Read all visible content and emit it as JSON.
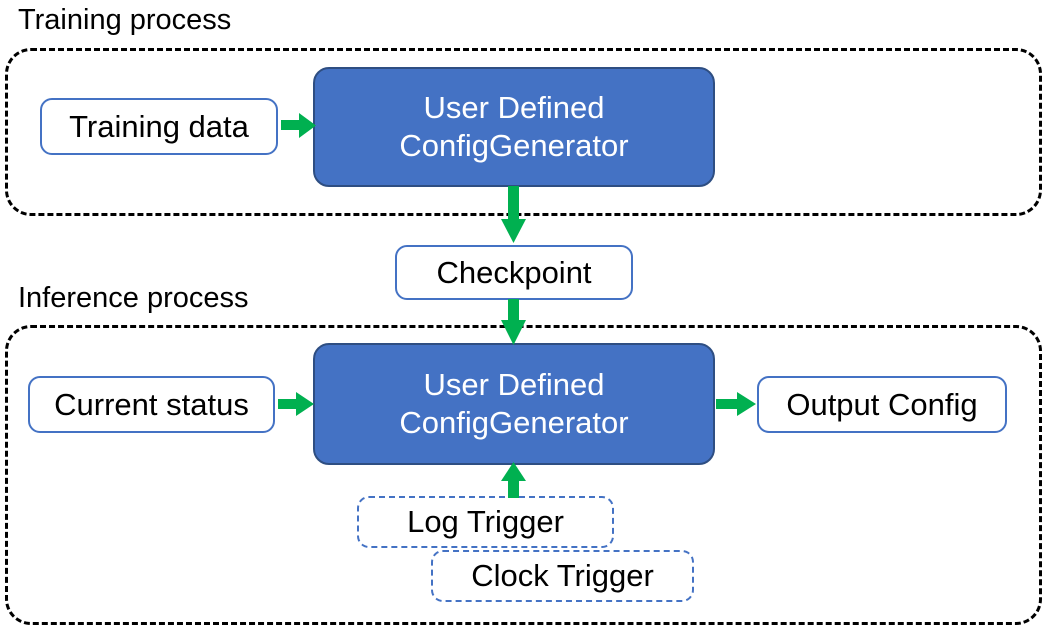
{
  "diagram": {
    "title_training": "Training process",
    "title_inference": "Inference process",
    "colors": {
      "process_fill": "#4472C4",
      "process_border": "#2E4E82",
      "io_border": "#4472C4",
      "arrow": "#00B050",
      "container_border": "#000000",
      "trigger_border": "#4472C4",
      "text_dark": "#000000",
      "text_light": "#FFFFFF"
    },
    "training": {
      "input_box": "Training data",
      "processor_line1": "User Defined",
      "processor_line2": "ConfigGenerator"
    },
    "checkpoint": {
      "label": "Checkpoint"
    },
    "inference": {
      "input_box": "Current status",
      "processor_line1": "User Defined",
      "processor_line2": "ConfigGenerator",
      "output_box": "Output Config",
      "trigger_log": "Log Trigger",
      "trigger_clock": "Clock Trigger"
    },
    "arrows": [
      {
        "name": "training-data-to-generator",
        "from": "Training data",
        "to": "User Defined ConfigGenerator",
        "direction": "right"
      },
      {
        "name": "generator-to-checkpoint",
        "from": "User Defined ConfigGenerator",
        "to": "Checkpoint",
        "direction": "down"
      },
      {
        "name": "checkpoint-to-inference-generator",
        "from": "Checkpoint",
        "to": "User Defined ConfigGenerator",
        "direction": "down"
      },
      {
        "name": "current-status-to-generator",
        "from": "Current status",
        "to": "User Defined ConfigGenerator",
        "direction": "right"
      },
      {
        "name": "generator-to-output-config",
        "from": "User Defined ConfigGenerator",
        "to": "Output Config",
        "direction": "right"
      },
      {
        "name": "log-trigger-to-generator",
        "from": "Log Trigger",
        "to": "User Defined ConfigGenerator",
        "direction": "up"
      }
    ]
  }
}
